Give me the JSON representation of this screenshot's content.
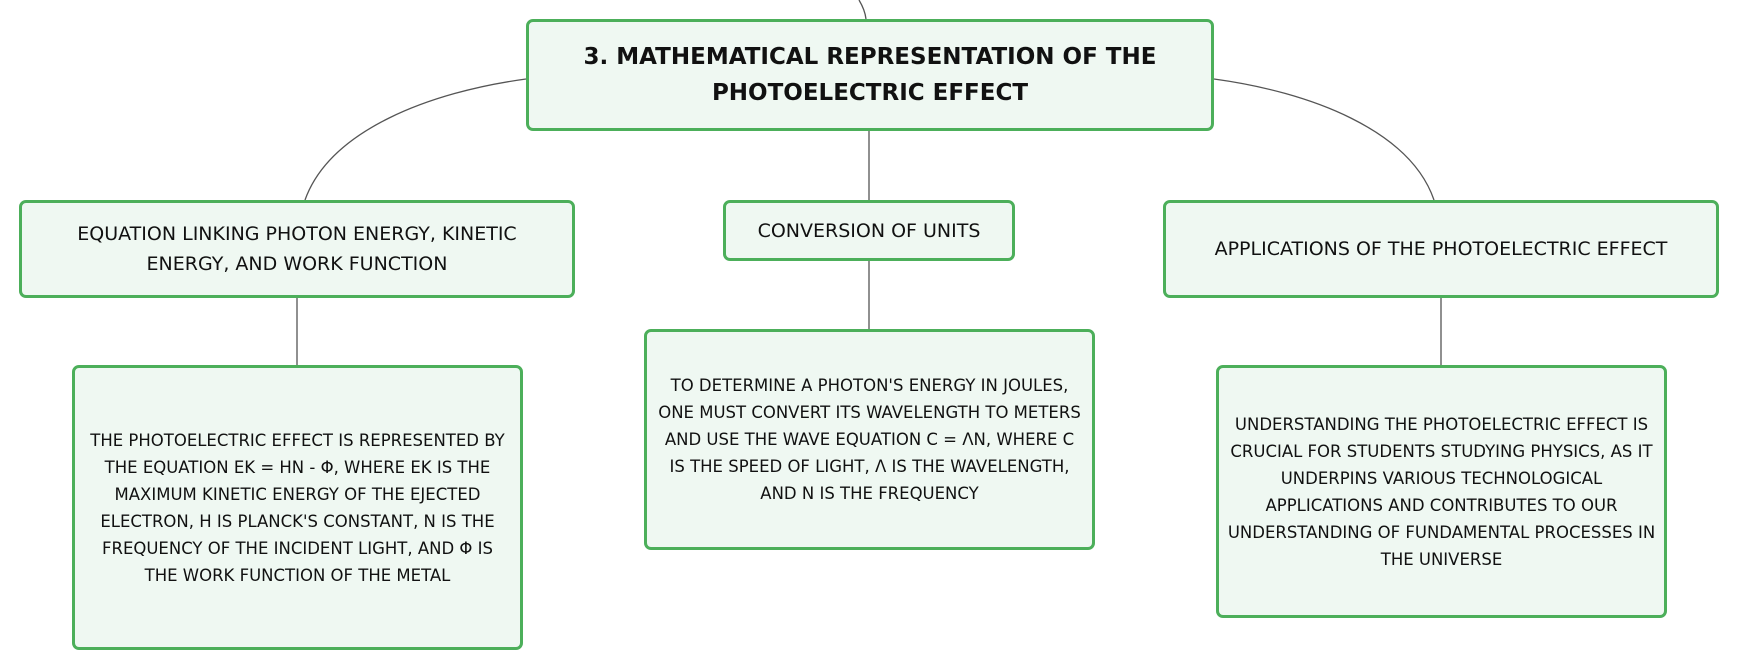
{
  "diagram": {
    "root": {
      "title": "3. MATHEMATICAL REPRESENTATION OF THE PHOTOELECTRIC EFFECT"
    },
    "branches": [
      {
        "label": "EQUATION LINKING PHOTON ENERGY, KINETIC ENERGY, AND WORK FUNCTION",
        "detail": "THE PHOTOELECTRIC EFFECT IS REPRESENTED BY THE EQUATION EK = HΝ - Φ, WHERE EK IS THE MAXIMUM KINETIC ENERGY OF THE EJECTED ELECTRON, H IS PLANCK'S CONSTANT, Ν IS THE FREQUENCY OF THE INCIDENT LIGHT, AND Φ IS THE WORK FUNCTION OF THE METAL"
      },
      {
        "label": "CONVERSION OF UNITS",
        "detail": "TO DETERMINE A PHOTON'S ENERGY IN JOULES, ONE MUST CONVERT ITS WAVELENGTH TO METERS AND USE THE WAVE EQUATION C = ΛΝ, WHERE C IS THE SPEED OF LIGHT, Λ IS THE WAVELENGTH, AND Ν IS THE FREQUENCY"
      },
      {
        "label": "APPLICATIONS OF THE PHOTOELECTRIC EFFECT",
        "detail": "UNDERSTANDING THE PHOTOELECTRIC EFFECT IS CRUCIAL FOR STUDENTS STUDYING PHYSICS, AS IT UNDERPINS VARIOUS TECHNOLOGICAL APPLICATIONS AND CONTRIBUTES TO OUR UNDERSTANDING OF FUNDAMENTAL PROCESSES IN THE UNIVERSE"
      }
    ]
  },
  "colors": {
    "node_fill": "#eff8f2",
    "node_border": "#4caf5a",
    "connector": "#555555",
    "text": "#111111"
  }
}
